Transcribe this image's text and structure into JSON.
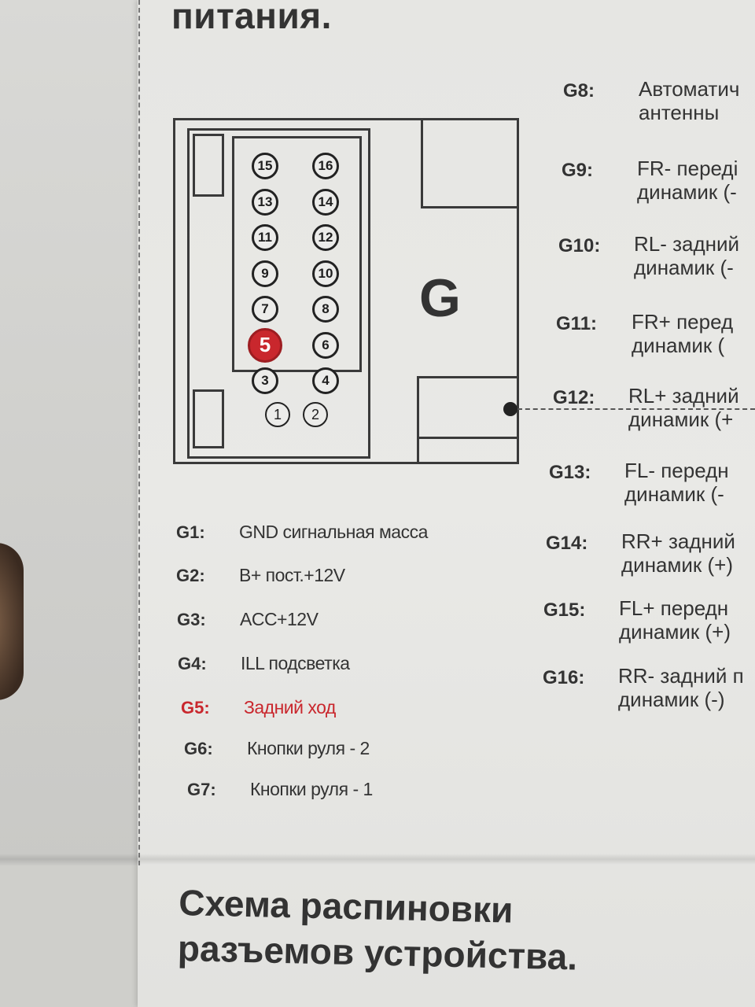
{
  "header": {
    "title": "питания."
  },
  "connector": {
    "letter": "G",
    "pins_left": [
      "15",
      "13",
      "11",
      "9",
      "7",
      "5",
      "3",
      "1"
    ],
    "pins_right": [
      "16",
      "14",
      "12",
      "10",
      "8",
      "6",
      "4",
      "2"
    ],
    "highlight_pin": "5",
    "highlight_color": "#c9272d"
  },
  "pins_list_left": [
    {
      "label": "G1:",
      "desc": "GND сигнальная масса"
    },
    {
      "label": "G2:",
      "desc": "B+ пост.+12V"
    },
    {
      "label": "G3:",
      "desc": "ACC+12V"
    },
    {
      "label": "G4:",
      "desc": "ILL подсветка"
    },
    {
      "label": "G5:",
      "desc": "Задний ход"
    },
    {
      "label": "G6:",
      "desc": "Кнопки руля - 2"
    },
    {
      "label": "G7:",
      "desc": "Кнопки руля - 1"
    }
  ],
  "pins_list_right": [
    {
      "label": "G8:",
      "desc": "Автоматич",
      "desc2": "антенны"
    },
    {
      "label": "G9:",
      "desc": "FR- переді",
      "desc2": "динамик (-"
    },
    {
      "label": "G10:",
      "desc": "RL- задний",
      "desc2": "динамик (-"
    },
    {
      "label": "G11:",
      "desc": "FR+ перед",
      "desc2": "динамик ("
    },
    {
      "label": "G12:",
      "desc": "RL+ задний",
      "desc2": "динамик (+"
    },
    {
      "label": "G13:",
      "desc": "FL- передн",
      "desc2": "динамик (-"
    },
    {
      "label": "G14:",
      "desc": "RR+ задний",
      "desc2": "динамик (+)"
    },
    {
      "label": "G15:",
      "desc": "FL+ передн",
      "desc2": "динамик (+)"
    },
    {
      "label": "G16:",
      "desc": "RR- задний п",
      "desc2": "динамик (-)"
    }
  ],
  "footer": {
    "line1": "Схема распиновки",
    "line2": "разъемов устройства."
  }
}
